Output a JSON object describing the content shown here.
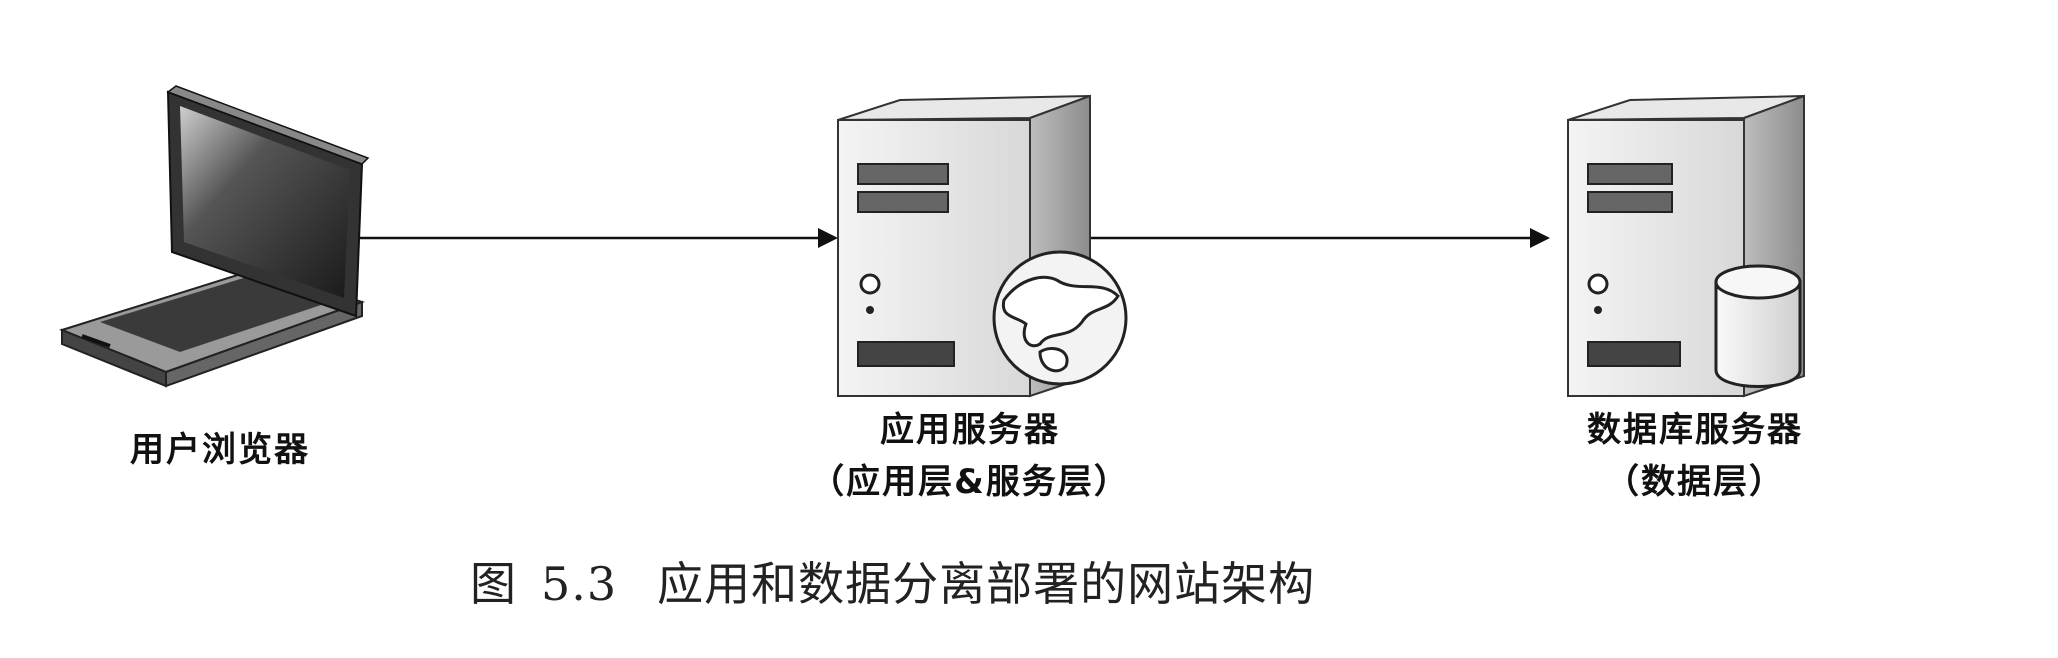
{
  "diagram": {
    "nodes": [
      {
        "id": "browser",
        "title": "用户浏览器",
        "subtitle": "",
        "icon": "laptop-icon"
      },
      {
        "id": "app_server",
        "title": "应用服务器",
        "subtitle": "（应用层&服务层）",
        "icon": "web-server-icon"
      },
      {
        "id": "db_server",
        "title": "数据库服务器",
        "subtitle": "（数据层）",
        "icon": "database-server-icon"
      }
    ],
    "edges": [
      {
        "from": "browser",
        "to": "app_server"
      },
      {
        "from": "app_server",
        "to": "db_server"
      }
    ]
  },
  "caption": {
    "prefix": "图",
    "number": "5.3",
    "text": "应用和数据分离部署的网站架构"
  }
}
